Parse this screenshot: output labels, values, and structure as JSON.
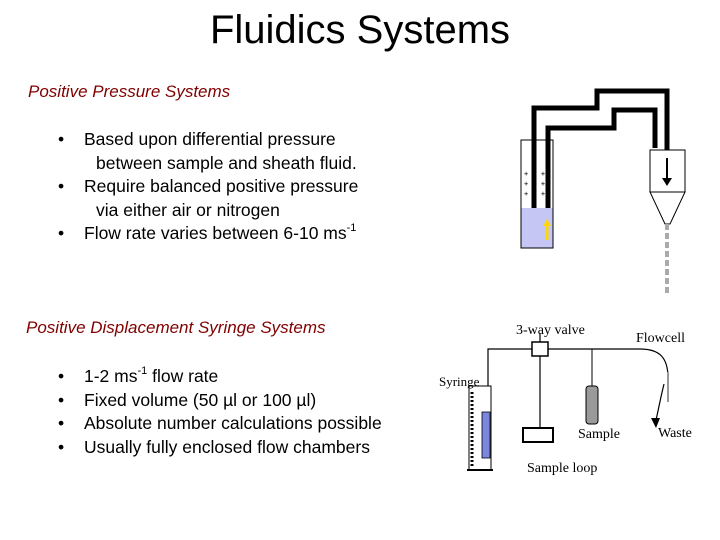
{
  "title": "Fluidics Systems",
  "section1": {
    "heading": "Positive Pressure Systems",
    "bullets": [
      {
        "line1": "Based upon differential pressure",
        "line2": "between sample and sheath fluid."
      },
      {
        "line1": "Require balanced positive pressure",
        "line2": "via either air or nitrogen"
      },
      {
        "text": "Flow rate varies between 6-10 ms",
        "sup": "-1"
      }
    ]
  },
  "section2": {
    "heading": "Positive Displacement Syringe Systems",
    "bullets": [
      {
        "pre": "1-2 ms",
        "sup": "-1",
        "post": " flow rate"
      },
      {
        "text": "Fixed volume (50 µl or 100 µl)"
      },
      {
        "text": "Absolute number calculations possible"
      },
      {
        "text": "Usually fully enclosed flow chambers"
      }
    ]
  },
  "diagram": {
    "labels": {
      "three_way_valve": "3-way valve",
      "flowcell": "Flowcell",
      "syringe": "Syringe",
      "sample": "Sample",
      "waste": "Waste",
      "sample_loop": "Sample loop"
    },
    "colors": {
      "fluid": "#c6c6f5",
      "stream": "#ffe36b",
      "outline": "#000000",
      "sample_tube": "#9a9a9a",
      "syringe_fluid": "#7a86e0"
    }
  }
}
